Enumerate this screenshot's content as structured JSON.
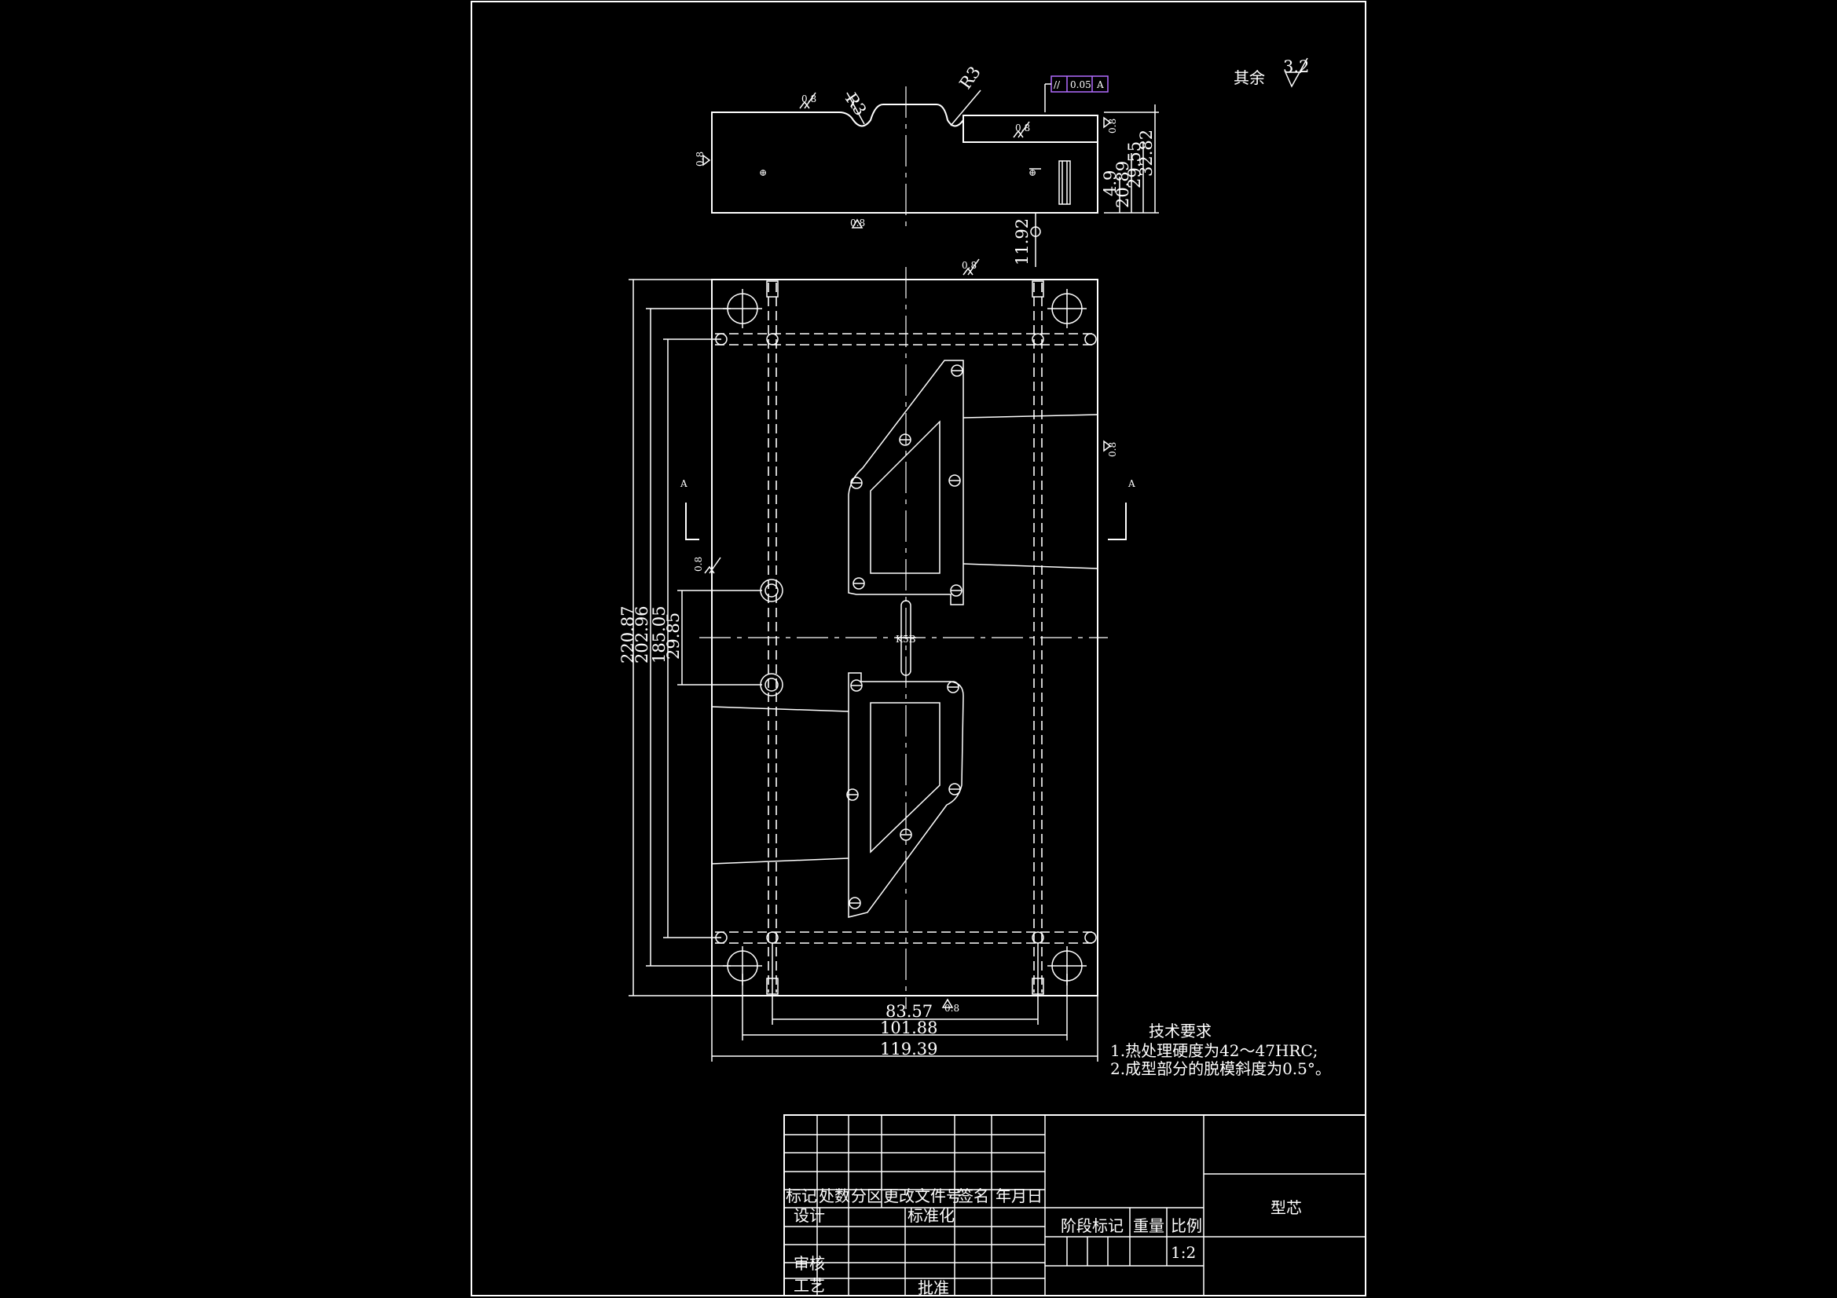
{
  "drawing": {
    "part_name": "型芯",
    "other_roughness_label": "其余",
    "other_roughness_value": "3.2",
    "scale": "1:2",
    "roughness_value": "0.8",
    "radius_labels": [
      "R3",
      "R3"
    ],
    "tolerance": {
      "symbol": "//",
      "value": "0.05",
      "datum": "A"
    },
    "section_label": "A",
    "gate_label": "K5B",
    "side_dims": [
      "4.9",
      "20.89",
      "29.55",
      "32.82",
      "11.92"
    ],
    "vertical_dims": [
      "220.87",
      "202.96",
      "185.05",
      "29.85"
    ],
    "horizontal_dims": [
      "83.57",
      "101.88",
      "119.39"
    ]
  },
  "notes": {
    "title": "技术要求",
    "items": [
      "1.热处理硬度为42～47HRC;",
      "2.成型部分的脱模斜度为0.5°。"
    ]
  },
  "title_block": {
    "headers": [
      "标记",
      "处数",
      "分区",
      "更改文件号",
      "签名",
      "年月日"
    ],
    "design": "设计",
    "standardize": "标准化",
    "review": "审核",
    "process": "工艺",
    "approve": "批准",
    "stage_mark": "阶段标记",
    "weight": "重量",
    "scale_label": "比例"
  }
}
